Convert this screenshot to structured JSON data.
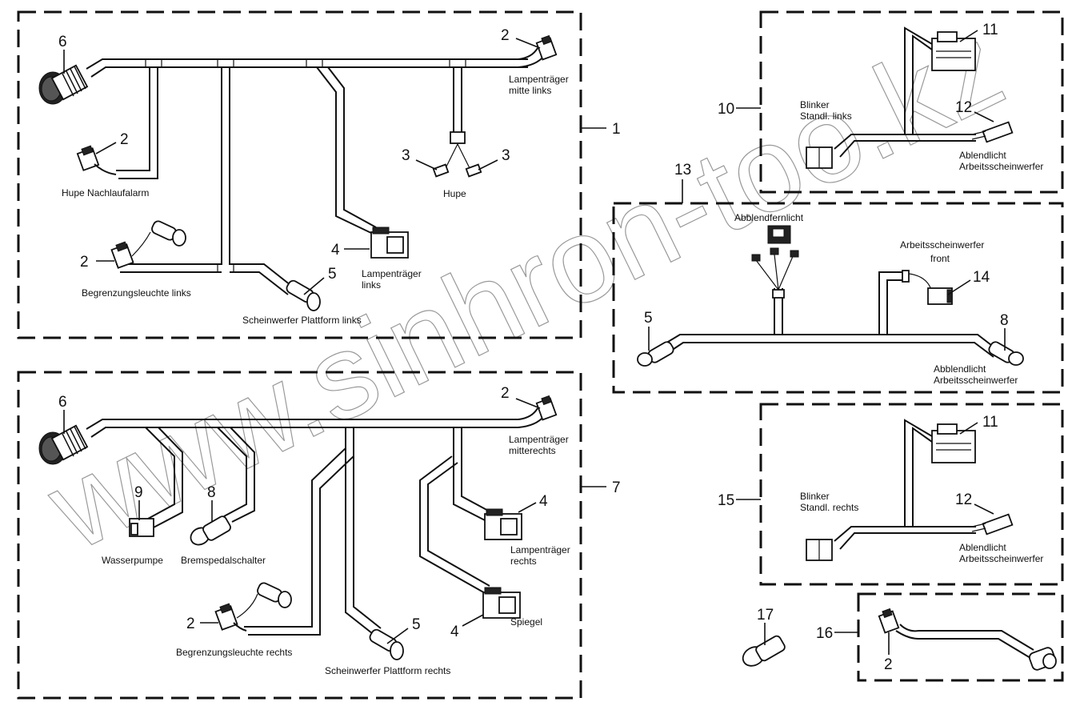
{
  "diagram": {
    "type": "wiring-harness-exploded-view",
    "watermark": "www.sinhron-too.kz",
    "assemblies": [
      {
        "id": "1",
        "labels": {
          "hupe_nachlaufalarm": "Hupe Nachlaufalarm",
          "lampentraeger_mitte_links": [
            "Lampenträger",
            "mitte links"
          ],
          "hupe": "Hupe",
          "lampentraeger_links": [
            "Lampenträger",
            "links"
          ],
          "begrenzungsleuchte_links": "Begrenzungsleuchte links",
          "scheinwerfer_plattform_links": "Scheinwerfer Plattform links"
        },
        "callouts": [
          "6",
          "2",
          "2",
          "3",
          "3",
          "2",
          "4",
          "5"
        ]
      },
      {
        "id": "7",
        "labels": {
          "lampentraeger_mitterechts": [
            "Lampenträger",
            "mitterechts"
          ],
          "wasserpumpe": "Wasserpumpe",
          "bremspedalschalter": "Bremspedalschalter",
          "lampentraeger_rechts": [
            "Lampenträger",
            "rechts"
          ],
          "spiegel": "Spiegel",
          "begrenzungsleuchte_rechts": "Begrenzungsleuchte rechts",
          "scheinwerfer_plattform_rechts": "Scheinwerfer Plattform rechts"
        },
        "callouts": [
          "6",
          "2",
          "9",
          "8",
          "4",
          "4",
          "2",
          "5"
        ]
      },
      {
        "id": "10",
        "labels": {
          "blinker": [
            "Blinker",
            "Standl. links"
          ],
          "ablendlicht": [
            "Ablendlicht",
            "Arbeitsscheinwerfer"
          ]
        },
        "callouts": [
          "11",
          "12"
        ]
      },
      {
        "id": "13",
        "labels": {
          "abblendfernlicht": "Abblendfernlicht",
          "arbeitsscheinwerfer_front": [
            "Arbeitsscheinwerfer",
            "front"
          ],
          "abblendlicht": [
            "Abblendlicht",
            "Arbeitsscheinwerfer"
          ]
        },
        "callouts": [
          "5",
          "14",
          "8"
        ]
      },
      {
        "id": "15",
        "labels": {
          "blinker": [
            "Blinker",
            "Standl. rechts"
          ],
          "ablendlicht": [
            "Ablendlicht",
            "Arbeitsscheinwerfer"
          ]
        },
        "callouts": [
          "11",
          "12"
        ]
      },
      {
        "id": "16",
        "labels": {},
        "callouts": [
          "2"
        ]
      },
      {
        "id": "17",
        "labels": {},
        "callouts": []
      }
    ]
  }
}
